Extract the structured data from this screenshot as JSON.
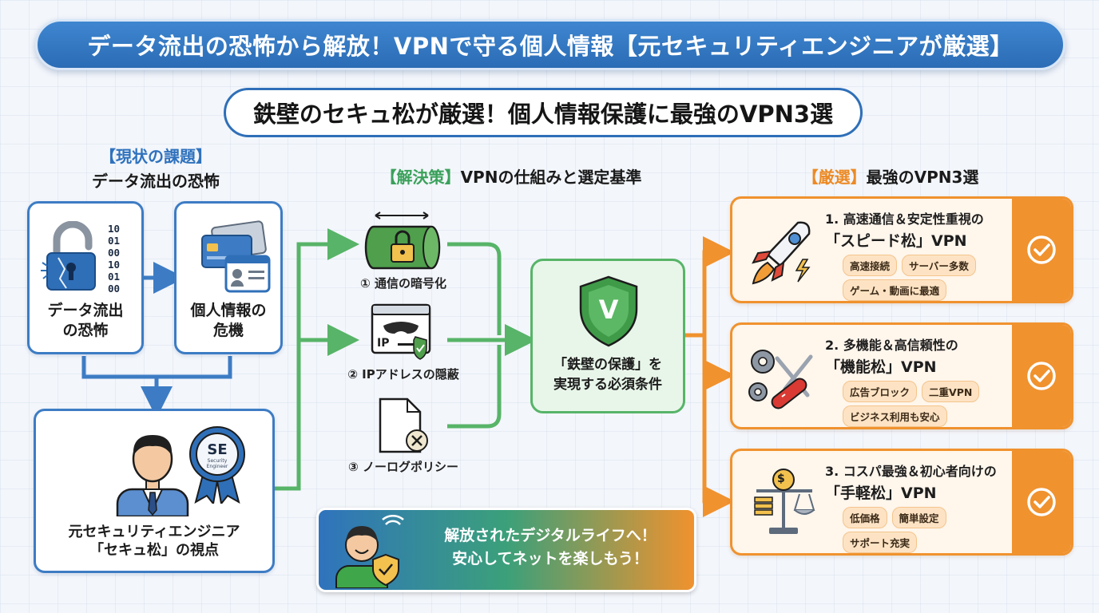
{
  "banner": {
    "title": "データ流出の恐怖から解放！VPNで守る個人情報【元セキュリティエンジニアが厳選】"
  },
  "subtitle": "鉄壁のセキュ松が厳選！個人情報保護に最強のVPN3選",
  "left": {
    "tag": "【現状の課題】",
    "heading": "データ流出の恐怖",
    "card1_label_line1": "データ流出",
    "card1_label_line2": "の恐怖",
    "binary_lines": [
      "10",
      "01",
      "00",
      "10",
      "01",
      "00"
    ],
    "card2_label_line1": "個人情報の",
    "card2_label_line2": "危機",
    "badge_text": "SE",
    "badge_sub": "Security Engineer",
    "engineer_label_line1": "元セキュリティエンジニア",
    "engineer_label_line2": "「セキュ松」の視点"
  },
  "middle": {
    "tag": "【解決策】",
    "heading": "VPNの仕組みと選定基準",
    "steps": [
      {
        "label": "① 通信の暗号化"
      },
      {
        "label": "② IPアドレスの隠蔽",
        "ip_text": "IP"
      },
      {
        "label": "③ ノーログポリシー"
      }
    ],
    "center_line1": "「鉄壁の保護」を",
    "center_line2": "実現する必須条件",
    "shield_letter": "V"
  },
  "right": {
    "tag": "【厳選】",
    "heading": "最強のVPN3選",
    "cards": [
      {
        "title1": "1. 高速通信＆安定性重視の",
        "title2": "「スピード松」VPN",
        "tags": [
          "高速接続",
          "サーバー多数",
          "ゲーム・動画に最適"
        ]
      },
      {
        "title1": "2. 多機能＆高信頼性の",
        "title2": "「機能松」VPN",
        "tags": [
          "広告ブロック",
          "二重VPN",
          "ビジネス利用も安心"
        ]
      },
      {
        "title1": "3. コスパ最強＆初心者向けの",
        "title2": "「手軽松」VPN",
        "tags": [
          "低価格",
          "簡単設定",
          "サポート充実"
        ]
      }
    ]
  },
  "bottom": {
    "line1": "解放されたデジタルライフへ！",
    "line2": "安心してネットを楽しもう！"
  },
  "colors": {
    "blue": "#3d7cc4",
    "green": "#57b468",
    "orange": "#f0922e"
  }
}
